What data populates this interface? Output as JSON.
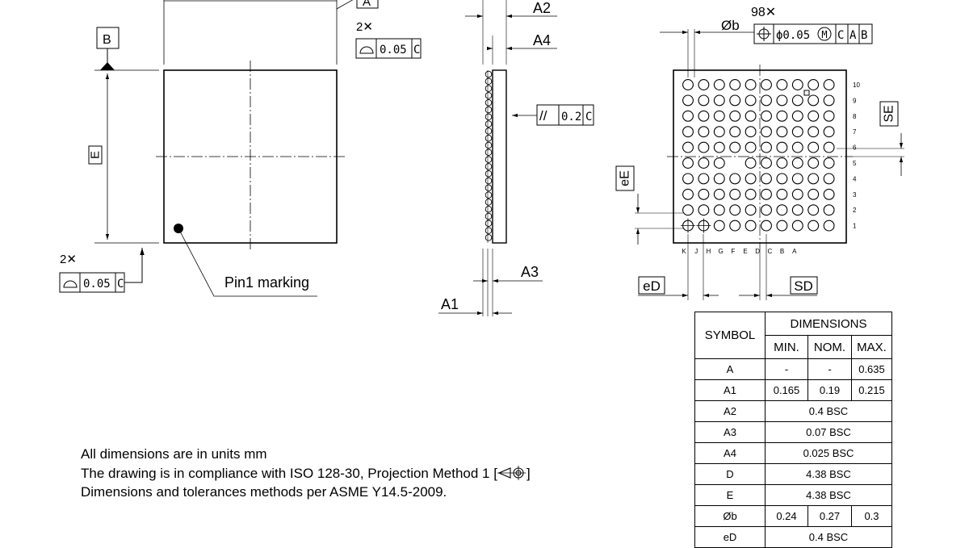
{
  "top_view": {
    "datum_a": "A",
    "datum_b": "B",
    "flatness_top": {
      "count": "2✕",
      "value": "0.05",
      "datum": "C"
    },
    "flatness_left": {
      "count": "2✕",
      "value": "0.05",
      "datum": "C"
    },
    "dim_e": "E",
    "pin1_label": "Pin1 marking"
  },
  "side_view": {
    "a2": "A2",
    "a4": "A4",
    "a3": "A3",
    "a1": "A1",
    "parallelism": {
      "symbol": "//",
      "value": "0.2",
      "datum": "C"
    }
  },
  "bottom_view": {
    "ball_count": "98✕",
    "ball_diam": "Øb",
    "position_tol": {
      "value": "ϕ0.05",
      "modifier": "M",
      "datum1": "C",
      "datum2": "A",
      "datum3": "B"
    },
    "se": "SE",
    "ee": "eE",
    "ed": "eD",
    "sd": "SD",
    "row_labels": [
      "10",
      "9",
      "8",
      "7",
      "6",
      "5",
      "4",
      "3",
      "2",
      "1"
    ],
    "col_labels": [
      "K",
      "J",
      "H",
      "G",
      "F",
      "E",
      "D",
      "C",
      "B",
      "A"
    ]
  },
  "notes": [
    "All dimensions are in units mm",
    "The drawing is in compliance with ISO 128-30, Projection Method 1 [",
    "]",
    "Dimensions and tolerances methods per ASME Y14.5-2009."
  ],
  "table": {
    "symbol_header": "SYMBOL",
    "dimensions_header": "DIMENSIONS",
    "min_header": "MIN.",
    "nom_header": "NOM.",
    "max_header": "MAX.",
    "rows": [
      {
        "symbol": "A",
        "min": "-",
        "nom": "-",
        "max": "0.635"
      },
      {
        "symbol": "A1",
        "min": "0.165",
        "nom": "0.19",
        "max": "0.215"
      },
      {
        "symbol": "A2",
        "bsc": "0.4 BSC"
      },
      {
        "symbol": "A3",
        "bsc": "0.07 BSC"
      },
      {
        "symbol": "A4",
        "bsc": "0.025 BSC"
      },
      {
        "symbol": "D",
        "bsc": "4.38 BSC"
      },
      {
        "symbol": "E",
        "bsc": "4.38 BSC"
      },
      {
        "symbol": "Øb",
        "min": "0.24",
        "nom": "0.27",
        "max": "0.3"
      },
      {
        "symbol": "eD",
        "bsc": "0.4 BSC"
      }
    ]
  }
}
